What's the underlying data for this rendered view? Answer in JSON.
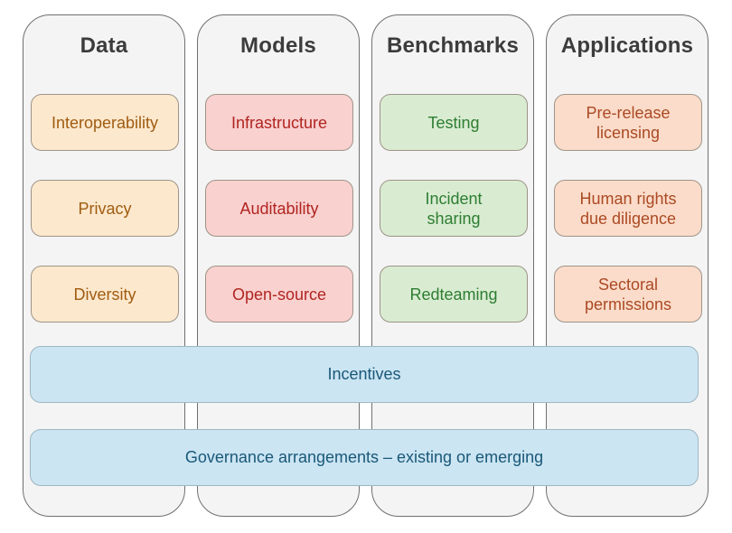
{
  "diagram": {
    "columns": [
      {
        "title": "Data",
        "fill": "#fce8cd",
        "text_color": "#a05c12",
        "items": [
          "Interoperability",
          "Privacy",
          "Diversity"
        ]
      },
      {
        "title": "Models",
        "fill": "#f9d1cf",
        "text_color": "#b02521",
        "items": [
          "Infrastructure",
          "Auditability",
          "Open-source"
        ]
      },
      {
        "title": "Benchmarks",
        "fill": "#d9ecd2",
        "text_color": "#2e7d32",
        "items": [
          "Testing",
          "Incident\nsharing",
          "Redteaming"
        ]
      },
      {
        "title": "Applications",
        "fill": "#fbdcca",
        "text_color": "#ab4a24",
        "items": [
          "Pre-release\nlicensing",
          "Human rights\ndue diligence",
          "Sectoral\npermissions"
        ]
      }
    ],
    "bars": [
      {
        "label": "Incentives",
        "fill": "#cbe5f3",
        "text_color": "#1a5878"
      },
      {
        "label": "Governance arrangements – existing or emerging",
        "fill": "#cbe5f3",
        "text_color": "#1a5878"
      }
    ],
    "colors": {
      "column_fill": "#f4f4f4",
      "column_border": "#707070",
      "header_text": "#3c3c3c"
    }
  }
}
